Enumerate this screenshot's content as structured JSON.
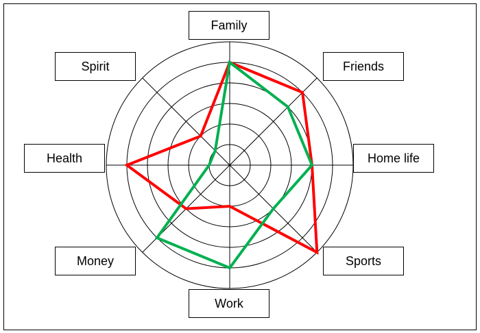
{
  "chart_data": {
    "type": "radar",
    "title": "",
    "categories": [
      "Family",
      "Friends",
      "Home life",
      "Sports",
      "Work",
      "Money",
      "Health",
      "Spirit"
    ],
    "rmax": 6,
    "rings": [
      1,
      2,
      3,
      4,
      5,
      6
    ],
    "grid": true,
    "series": [
      {
        "color": "#ff0000",
        "values": [
          5,
          5,
          4,
          6,
          2,
          3,
          5,
          2
        ]
      },
      {
        "color": "#00b050",
        "values": [
          5,
          4,
          4,
          3,
          5,
          5,
          1,
          1
        ]
      }
    ]
  }
}
